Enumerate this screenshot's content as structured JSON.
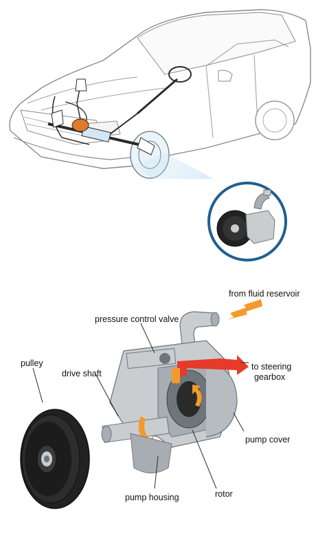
{
  "labels": {
    "from_fluid_reservoir": "from fluid reservoir",
    "pressure_control_valve": "pressure control valve",
    "to_steering_gearbox_line1": "to steering",
    "to_steering_gearbox_line2": "gearbox",
    "pulley": "pulley",
    "drive_shaft": "drive shaft",
    "pump_cover": "pump cover",
    "pump_housing": "pump housing",
    "rotor": "rotor"
  },
  "colors": {
    "line": "#2a2a2a",
    "body_outline": "#8a8a8a",
    "highlight_blue": "#bcdcf2",
    "pump_orange": "#e07a2a",
    "flow_inlet": "#f39a2b",
    "flow_outlet": "#e63a2a",
    "metal_light": "#c9cdd0",
    "metal_mid": "#a7adb2",
    "metal_dark": "#6e757b",
    "pulley_dark": "#222222",
    "inset_ring": "#1f5f8f"
  },
  "icons": {
    "car": "car-illustration",
    "steering_system": "steering-system-illustration",
    "pump_inset": "pump-inset-magnifier",
    "pump_cutaway": "power-steering-pump-cutaway",
    "pulley": "pulley-illustration",
    "inlet_arrow": "inlet-flow-arrow",
    "outlet_arrow": "outlet-flow-arrow",
    "rotation_arrow": "rotation-arrow"
  }
}
